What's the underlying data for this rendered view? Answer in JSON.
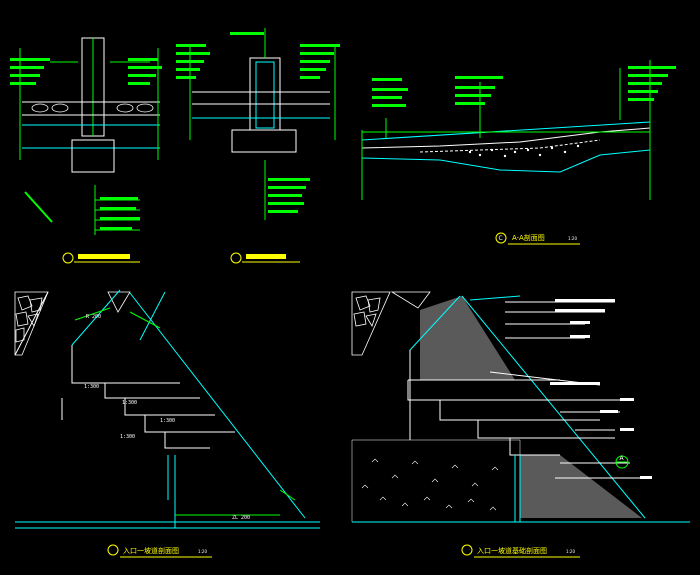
{
  "colors": {
    "background": "#000000",
    "line_cyan": "#00ffff",
    "line_green": "#00ff00",
    "line_white": "#ffffff",
    "text_yellow": "#ffff00",
    "hatch_gray": "#a0a0a0",
    "fill_green": "#00ff00"
  },
  "captions": {
    "top_right_title": "A-A剖面图",
    "top_right_scale": "1:20",
    "bottom_left_title": "入口一坡道剖面图",
    "bottom_left_scale": "1:20",
    "bottom_right_title": "入口一坡道基础剖面图",
    "bottom_right_scale": "1:20"
  },
  "dimensions": {
    "bl_top": "R 200",
    "bl_step1": "1:300",
    "bl_step2": "1:300",
    "bl_step3": "1:300",
    "bl_step4": "1:300",
    "bl_bottom": "ZL 200"
  },
  "markers": {
    "top_right_circle": "C",
    "bottom_right_circle": "A"
  }
}
